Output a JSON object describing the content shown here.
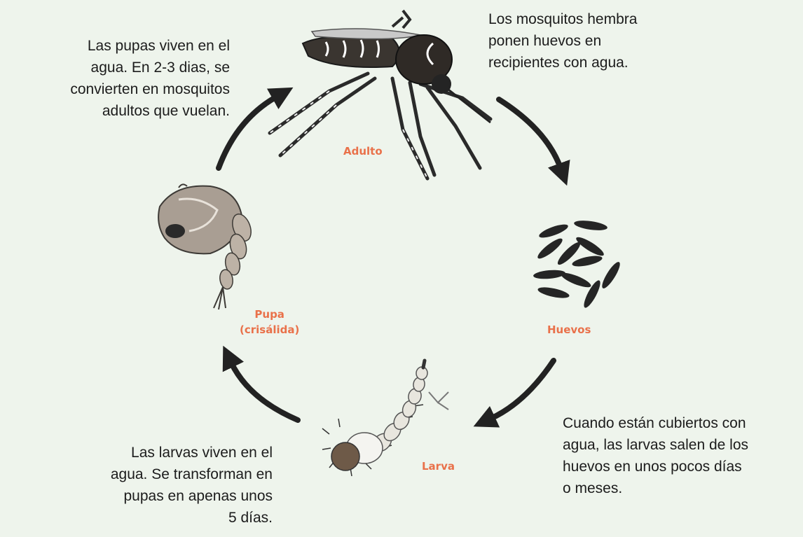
{
  "colors": {
    "background": "#eef4ec",
    "stage_label": "#e9714a",
    "text": "#1c1c1c",
    "arrow": "#222222",
    "egg": "#252525"
  },
  "stages": {
    "adult": {
      "label": "Adulto",
      "icon": "mosquito-adult-icon"
    },
    "eggs": {
      "label": "Huevos",
      "icon": "eggs-icon"
    },
    "larva": {
      "label": "Larva",
      "icon": "larva-icon"
    },
    "pupa": {
      "line1": "Pupa",
      "line2": "(crisálida)",
      "icon": "pupa-icon"
    }
  },
  "descriptions": {
    "adult": [
      "Los mosquitos hembra",
      "ponen huevos en",
      "recipientes con agua."
    ],
    "eggs": [
      "Cuando están cubiertos con",
      "agua, las larvas salen de los",
      "huevos en unos pocos días",
      "o meses."
    ],
    "larva": [
      "Las larvas viven en el",
      "agua. Se transforman en",
      "pupas en apenas unos",
      "5 días."
    ],
    "pupa": [
      "Las pupas viven en el",
      "agua. En 2-3 dias, se",
      "convierten en mosquitos",
      "adultos que vuelan."
    ]
  }
}
